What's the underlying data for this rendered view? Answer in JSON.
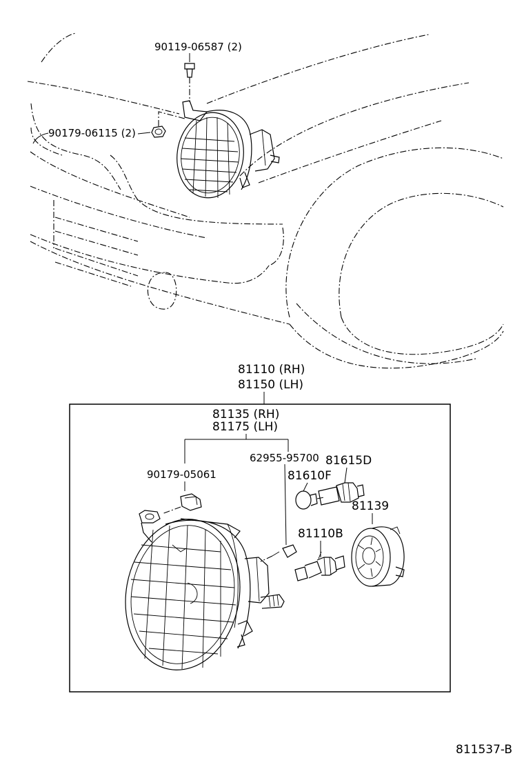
{
  "diagram": {
    "labels": {
      "screw_part": "90119-06587 (2)",
      "nut_part": "90179-06115 (2)",
      "assembly_rh": "81110 (RH)",
      "assembly_lh": "81150 (LH)",
      "unit_rh": "81135 (RH)",
      "unit_lh": "81175 (LH)",
      "nut_inner": "90179-05061",
      "clip_part": "62955-95700",
      "socket": "81615D",
      "bulb_small": "81610F",
      "cover": "81139",
      "bulb_main": "81110B",
      "ref_code": "811537-B"
    }
  }
}
